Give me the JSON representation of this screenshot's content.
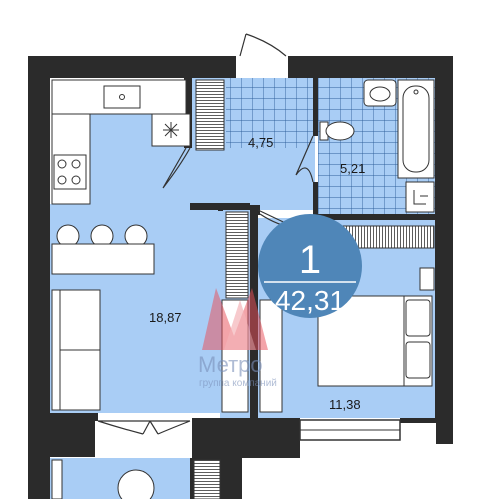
{
  "rooms": {
    "living_area": "18,87",
    "hall_area": "4,75",
    "bath_area": "5,21",
    "bedroom_area": "11,38"
  },
  "badge": {
    "rooms_count": "1",
    "total_area": "42,31"
  },
  "watermark": {
    "brand": "Метро",
    "tagline": "группа компаний"
  },
  "colors": {
    "floor": "#a9cdf5",
    "wall": "#2b2b2b",
    "badge": "#4f86b8",
    "watermark": "#e8505b"
  },
  "icons": [
    "snowflake-icon",
    "stove-icon",
    "sink-icon",
    "toilet-icon",
    "bathtub-icon",
    "door-icon",
    "radiator-icon"
  ]
}
